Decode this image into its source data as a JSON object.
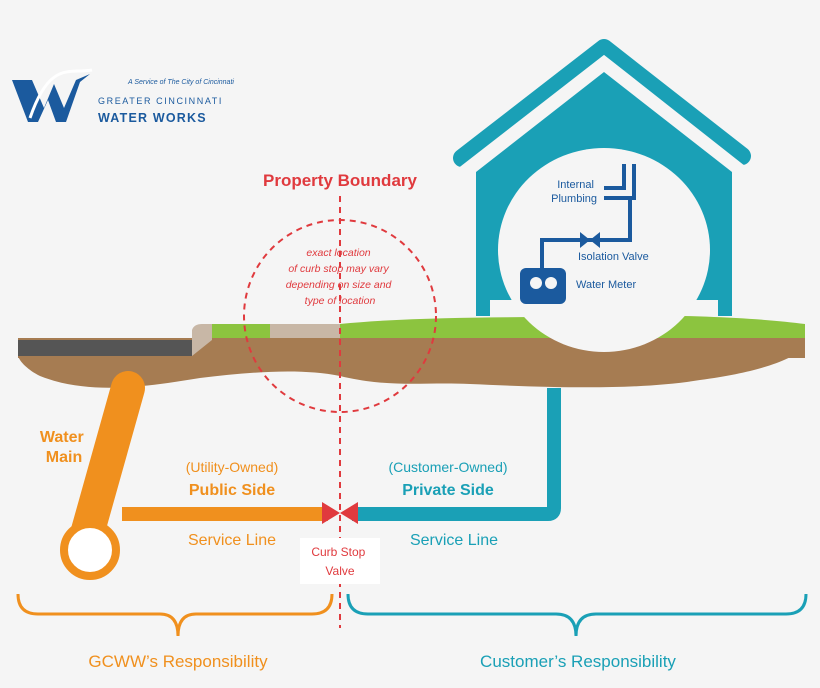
{
  "logo": {
    "service_text": "A Service of The City of Cincinnati",
    "line1": "GREATER CINCINNATI",
    "line2": "WATER WORKS"
  },
  "property_boundary": "Property Boundary",
  "curb_note": [
    "exact location",
    "of curb stop may vary",
    "depending on size and",
    "type of location"
  ],
  "house": {
    "internal_plumbing": [
      "Internal",
      "Plumbing"
    ],
    "isolation_valve": "Isolation Valve",
    "water_meter": "Water Meter"
  },
  "water_main": [
    "Water",
    "Main"
  ],
  "public_side": {
    "ownership": "(Utility-Owned)",
    "title": "Public Side",
    "service_line": "Service Line"
  },
  "private_side": {
    "ownership": "(Customer-Owned)",
    "title": "Private Side",
    "service_line": "Service Line"
  },
  "curb_stop": [
    "Curb Stop",
    "Valve"
  ],
  "responsibility": {
    "gcww": "GCWW’s Responsibility",
    "customer": "Customer’s Responsibility"
  },
  "colors": {
    "orange": "#f0901e",
    "teal": "#1aa0b6",
    "red": "#e03a3e",
    "navy": "#1b5a9e",
    "grass": "#8cc43f",
    "soil": "#a67c52"
  }
}
